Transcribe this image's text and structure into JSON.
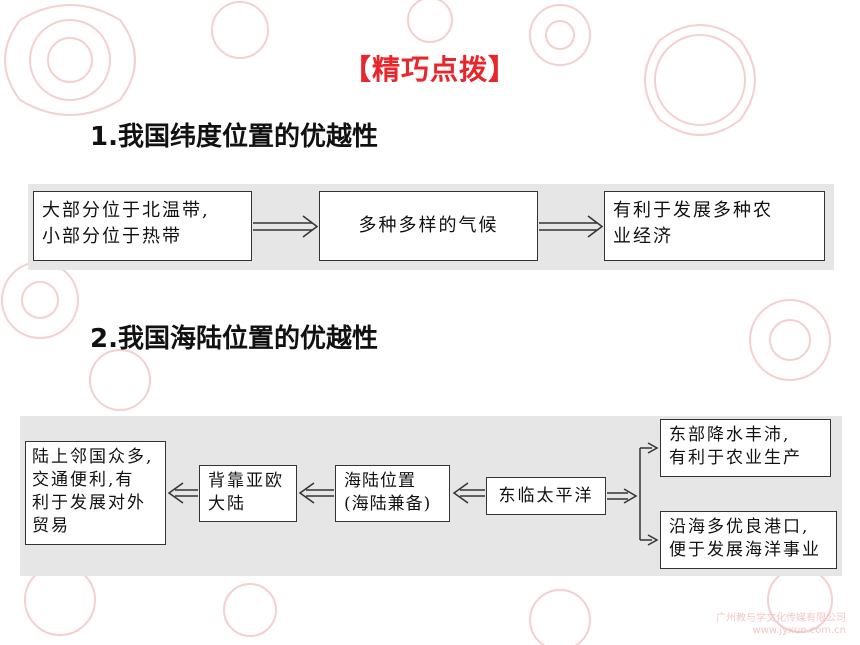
{
  "heading": "【精巧点拨】",
  "section1": {
    "title": "1.我国纬度位置的优越性",
    "boxes": [
      {
        "lines": [
          "大部分位于北温带,",
          "小部分位于热带"
        ]
      },
      {
        "lines": [
          "多种多样的气候"
        ]
      },
      {
        "lines": [
          "有利于发展多种农",
          "业经济"
        ]
      }
    ]
  },
  "section2": {
    "title": "2.我国海陆位置的优越性",
    "left_box": {
      "lines": [
        "陆上邻国众多,",
        "交通便利,有",
        "利于发展对外",
        "贸易"
      ]
    },
    "back_box": {
      "lines": [
        "背靠亚欧",
        "大陆"
      ]
    },
    "center_box": {
      "lines": [
        "海陆位置",
        "(海陆兼备)"
      ]
    },
    "east_box": {
      "lines": [
        "东临太平洋"
      ]
    },
    "top_right_box": {
      "lines": [
        "东部降水丰沛,",
        "有利于农业生产"
      ]
    },
    "bottom_right_box": {
      "lines": [
        "沿海多优良港口,",
        "便于发展海洋事业"
      ]
    }
  },
  "watermark": {
    "line1": "广州教与学文化传媒有限公司",
    "line2": "www.jyxue.com.cn"
  },
  "colors": {
    "heading": "#e8262b",
    "band": "#e6e6e6",
    "floral": "#f3c7c7"
  }
}
